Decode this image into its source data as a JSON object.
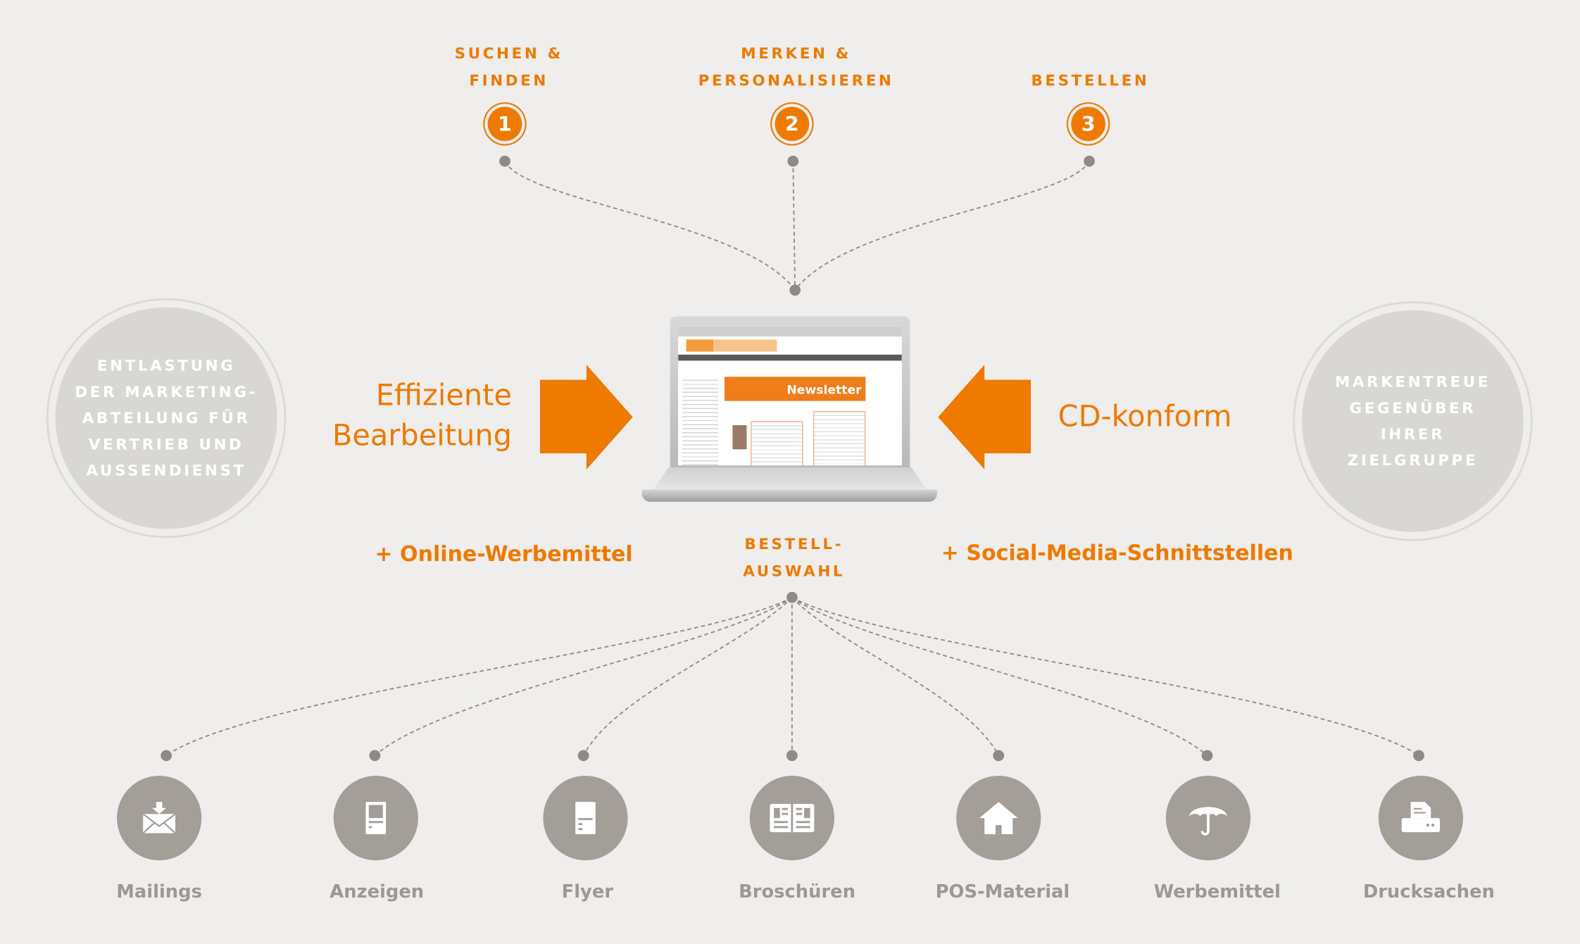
{
  "steps": [
    {
      "number": "1",
      "label_line1": "SUCHEN &",
      "label_line2": "FINDEN"
    },
    {
      "number": "2",
      "label_line1": "MERKEN &",
      "label_line2": "PERSONALISIEREN"
    },
    {
      "number": "3",
      "label_line1": "",
      "label_line2": "BESTELLEN"
    }
  ],
  "left_benefit": [
    "ENTLASTUNG",
    "DER MARKETING-",
    "ABTEILUNG FÜR",
    "VERTRIEB UND",
    "AUSSENDIENST"
  ],
  "right_benefit": [
    "MARKENTREUE",
    "GEGENÜBER",
    "IHRER",
    "ZIELGRUPPE"
  ],
  "left_claim": [
    "Effiziente",
    "Bearbeitung"
  ],
  "right_claim": "CD-konform",
  "laptop_screen": {
    "banner": "Newsletter"
  },
  "addons": {
    "left": "+ Online-Werbemittel",
    "right": "+ Social-Media-Schnittstellen"
  },
  "hub_label": [
    "BESTELL-",
    "AUSWAHL"
  ],
  "outputs": [
    {
      "label": "Mailings",
      "icon": "envelope-icon"
    },
    {
      "label": "Anzeigen",
      "icon": "ad-page-icon"
    },
    {
      "label": "Flyer",
      "icon": "flyer-icon"
    },
    {
      "label": "Broschüren",
      "icon": "brochure-icon"
    },
    {
      "label": "POS-Material",
      "icon": "house-icon"
    },
    {
      "label": "Werbemittel",
      "icon": "umbrella-icon"
    },
    {
      "label": "Drucksachen",
      "icon": "printer-icon"
    }
  ],
  "colors": {
    "accent": "#ee7a00",
    "gray": "#a39e98",
    "background": "#efeeec"
  }
}
